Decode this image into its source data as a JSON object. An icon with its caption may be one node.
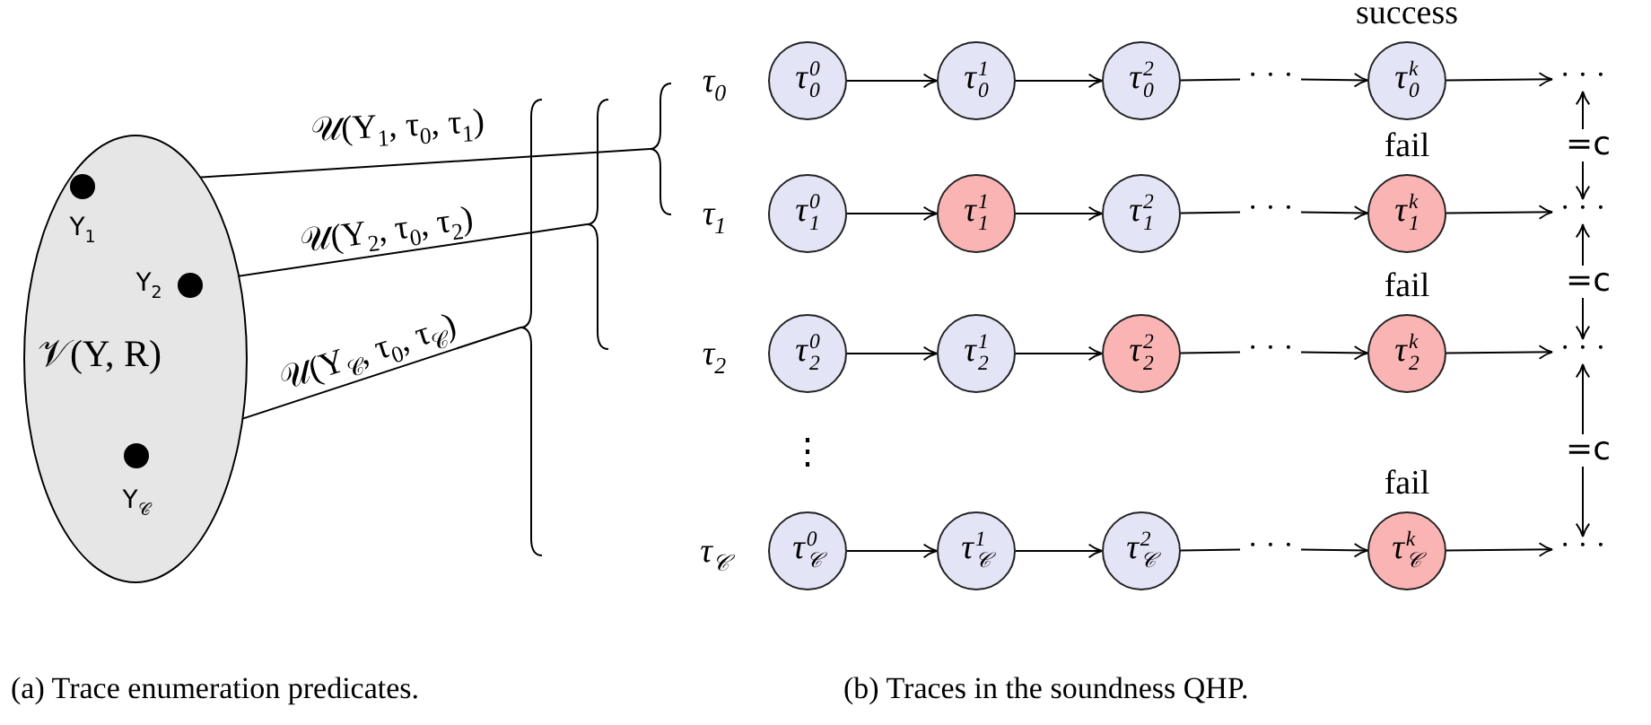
{
  "diagram": {
    "nodes": [
      {
        "text": [
          "𝒱(Y, R)"
        ]
      },
      {
        "text": [
          "Y$_{1}$"
        ],
        "in": 0
      },
      {
        "text": [
          "Y$_{2}$"
        ],
        "in": 0
      },
      {
        "text": [
          "Y$_{𝒞}$"
        ],
        "in": 0
      },
      {
        "text": [],
        "shape": "brace"
      },
      {
        "text": [],
        "shape": "brace"
      },
      {
        "text": [],
        "shape": "brace"
      },
      {
        "text": [
          "τ$_{0}$$^{0}$"
        ]
      },
      {
        "text": [
          "τ$_{0}$$^{1}$"
        ]
      },
      {
        "text": [
          "τ$_{0}$$^{2}$"
        ]
      },
      {
        "text": [
          "· · ·"
        ]
      },
      {
        "text": [
          "τ$_{0}$$^{k}$"
        ],
        "beside": [
          "success"
        ]
      },
      {
        "text": [
          "· · ·"
        ]
      },
      {
        "text": [
          "τ$_{1}$$^{0}$"
        ]
      },
      {
        "text": [
          "τ$_{1}$$^{1}$"
        ]
      },
      {
        "text": [
          "τ$_{1}$$^{2}$"
        ]
      },
      {
        "text": [
          "· · ·"
        ]
      },
      {
        "text": [
          "τ$_{1}$$^{k}$"
        ],
        "beside": [
          "fail"
        ]
      },
      {
        "text": [
          "· · ·"
        ]
      },
      {
        "text": [
          "τ$_{2}$$^{0}$"
        ]
      },
      {
        "text": [
          "τ$_{2}$$^{1}$"
        ]
      },
      {
        "text": [
          "τ$_{2}$$^{2}$"
        ]
      },
      {
        "text": [
          "· · ·"
        ]
      },
      {
        "text": [
          "τ$_{2}$$^{k}$"
        ],
        "beside": [
          "fail"
        ]
      },
      {
        "text": [
          "· · ·"
        ]
      },
      {
        "text": [
          "τ$_{𝒞}$$^{0}$"
        ]
      },
      {
        "text": [
          "τ$_{𝒞}$$^{1}$"
        ]
      },
      {
        "text": [
          "τ$_{𝒞}$$^{2}$"
        ]
      },
      {
        "text": [
          "· · ·"
        ]
      },
      {
        "text": [
          "τ$_{𝒞}$$^{k}$"
        ],
        "beside": [
          "fail"
        ]
      },
      {
        "text": [
          "· · ·"
        ]
      }
    ],
    "edges": [
      {
        "from": 1,
        "to": 6,
        "arrow": "none",
        "label": "𝒰(Y$_{1}$, τ$_{0}$, τ$_{1}$)"
      },
      {
        "from": 2,
        "to": 5,
        "arrow": "none",
        "label": "𝒰(Y$_{2}$, τ$_{0}$, τ$_{2}$)"
      },
      {
        "from": 3,
        "to": 4,
        "arrow": "none",
        "label": "𝒰(Y$_{𝒞}$, τ$_{0}$, τ$_{𝒞}$)"
      },
      {
        "from": 7,
        "to": 8,
        "arrow": "to"
      },
      {
        "from": 8,
        "to": 9,
        "arrow": "to"
      },
      {
        "from": 9,
        "to": 10,
        "arrow": "none"
      },
      {
        "from": 10,
        "to": 11,
        "arrow": "to"
      },
      {
        "from": 11,
        "to": 12,
        "arrow": "to"
      },
      {
        "from": 13,
        "to": 14,
        "arrow": "to"
      },
      {
        "from": 14,
        "to": 15,
        "arrow": "to"
      },
      {
        "from": 15,
        "to": 16,
        "arrow": "none"
      },
      {
        "from": 16,
        "to": 17,
        "arrow": "to"
      },
      {
        "from": 17,
        "to": 18,
        "arrow": "to"
      },
      {
        "from": 19,
        "to": 20,
        "arrow": "to"
      },
      {
        "from": 20,
        "to": 21,
        "arrow": "to"
      },
      {
        "from": 21,
        "to": 22,
        "arrow": "none"
      },
      {
        "from": 22,
        "to": 23,
        "arrow": "to"
      },
      {
        "from": 23,
        "to": 24,
        "arrow": "to"
      },
      {
        "from": 25,
        "to": 26,
        "arrow": "to"
      },
      {
        "from": 26,
        "to": 27,
        "arrow": "to"
      },
      {
        "from": 27,
        "to": 28,
        "arrow": "none"
      },
      {
        "from": 28,
        "to": 29,
        "arrow": "to"
      },
      {
        "from": 29,
        "to": 30,
        "arrow": "to"
      },
      {
        "from": 12,
        "to": 18,
        "arrow": "both",
        "label": "=c"
      },
      {
        "from": 18,
        "to": 24,
        "arrow": "both",
        "label": "=c"
      },
      {
        "from": 24,
        "to": 30,
        "arrow": "both",
        "label": "=c"
      }
    ],
    "labels": [
      "τ$_{0}$",
      "τ$_{1}$",
      "τ$_{2}$",
      "⋮",
      "τ$_{𝒞}$",
      "(a) Trace enumeration predicates.",
      "(b) Traces in the soundness QHP."
    ]
  }
}
